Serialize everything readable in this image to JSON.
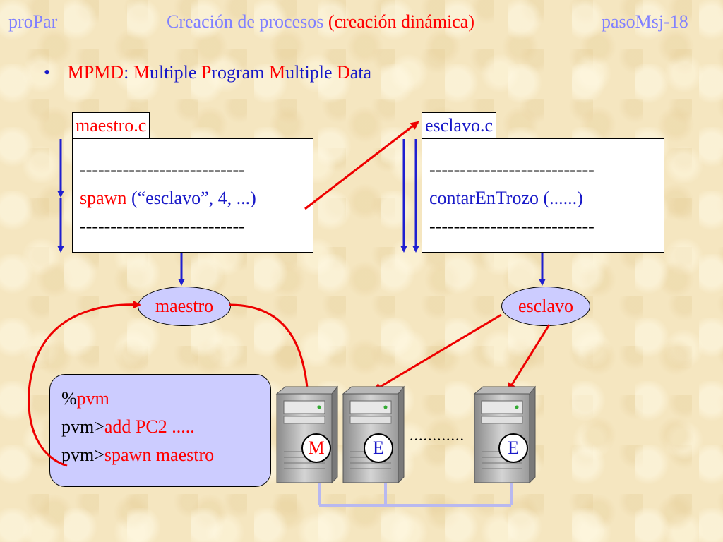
{
  "header": {
    "left": "proPar",
    "title_main": "Creación de procesos ",
    "title_paren": "(creación dinámica)",
    "right": "pasoMsj-18"
  },
  "bullet": {
    "marker": "•",
    "acronym": "MPMD",
    "colon": ":",
    "parts": [
      {
        "letter": "M",
        "rest": "ultiple "
      },
      {
        "letter": "P",
        "rest": "rogram "
      },
      {
        "letter": "M",
        "rest": "ultiple "
      },
      {
        "letter": "D",
        "rest": "ata"
      }
    ]
  },
  "maestro_file": {
    "tab": "maestro.c",
    "line1": "---------------------------",
    "line2_call": "spawn",
    "line2_args": " (“esclavo”, 4, ...)",
    "line3": "---------------------------"
  },
  "esclavo_file": {
    "tab": "esclavo.c",
    "line1": "---------------------------",
    "line2": "contarEnTrozo (......)",
    "line3": "---------------------------"
  },
  "processes": {
    "maestro": "maestro",
    "esclavo": "esclavo"
  },
  "console": {
    "line1_prefix": "%",
    "line1_cmd": "pvm",
    "line2_prefix": "pvm>",
    "line2_cmd": "add PC2 .....",
    "line3_prefix": "pvm>",
    "line3_cmd": "spawn maestro"
  },
  "machines": {
    "m1": "M",
    "e1": "E",
    "e2": "E",
    "dots": "............"
  },
  "colors": {
    "accent_red": "#ff0000",
    "text_blue": "#1818c8",
    "header_blue": "#8080ff",
    "ellipse_fill": "#ccccff",
    "network_line": "#b8b8f0"
  }
}
